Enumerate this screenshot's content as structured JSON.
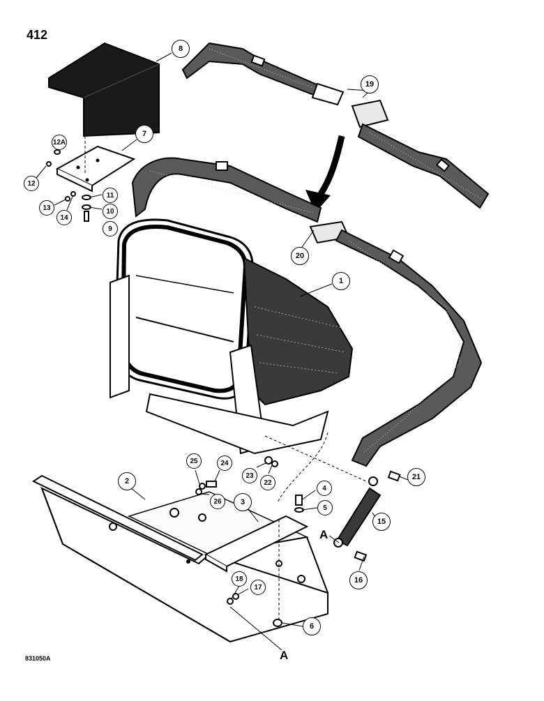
{
  "page": {
    "number": "412",
    "figure_id": "831050A"
  },
  "section_markers": [
    {
      "id": "section-marker-upper",
      "label": "A"
    },
    {
      "id": "section-marker-lower",
      "label": "A"
    }
  ],
  "callouts": [
    {
      "id": "callout-1",
      "label": "1"
    },
    {
      "id": "callout-2",
      "label": "2"
    },
    {
      "id": "callout-3",
      "label": "3"
    },
    {
      "id": "callout-4",
      "label": "4"
    },
    {
      "id": "callout-5",
      "label": "5"
    },
    {
      "id": "callout-6",
      "label": "6"
    },
    {
      "id": "callout-7",
      "label": "7"
    },
    {
      "id": "callout-8",
      "label": "8"
    },
    {
      "id": "callout-9",
      "label": "9"
    },
    {
      "id": "callout-10",
      "label": "10"
    },
    {
      "id": "callout-11",
      "label": "11"
    },
    {
      "id": "callout-12",
      "label": "12"
    },
    {
      "id": "callout-12a",
      "label": "12A"
    },
    {
      "id": "callout-13",
      "label": "13"
    },
    {
      "id": "callout-14",
      "label": "14"
    },
    {
      "id": "callout-15",
      "label": "15"
    },
    {
      "id": "callout-16",
      "label": "16"
    },
    {
      "id": "callout-17",
      "label": "17"
    },
    {
      "id": "callout-18",
      "label": "18"
    },
    {
      "id": "callout-19",
      "label": "19"
    },
    {
      "id": "callout-20",
      "label": "20"
    },
    {
      "id": "callout-21",
      "label": "21"
    },
    {
      "id": "callout-22",
      "label": "22"
    },
    {
      "id": "callout-23",
      "label": "23"
    },
    {
      "id": "callout-24",
      "label": "24"
    },
    {
      "id": "callout-25",
      "label": "25"
    },
    {
      "id": "callout-26",
      "label": "26"
    }
  ]
}
